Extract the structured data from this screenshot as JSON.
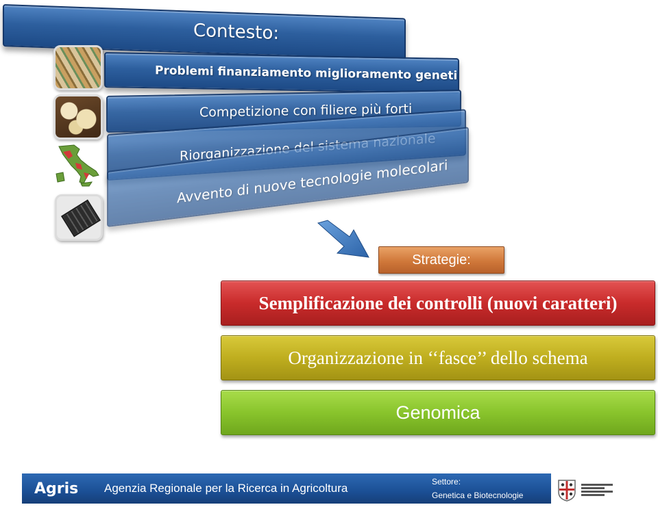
{
  "context": {
    "title": "Contesto:",
    "items": [
      {
        "label": "Problemi finanziamento miglioramento genetico"
      },
      {
        "label": "Competizione con filiere più forti"
      },
      {
        "label": "Riorganizzazione del sistema nazionale"
      },
      {
        "label": "Avvento di nuove tecnologie molecolari"
      }
    ],
    "thumbnails": [
      "money-image",
      "cheese-image",
      "italy-map-image",
      "dna-chip-image"
    ]
  },
  "strategies": {
    "title": "Strategie:",
    "items": [
      {
        "label": "Semplificazione dei controlli (nuovi caratteri)",
        "color": "#c92b2b"
      },
      {
        "label": "Organizzazione in ‘‘fasce’’ dello schema",
        "color": "#bfae1f"
      },
      {
        "label": "Genomica",
        "color": "#89c42c"
      }
    ]
  },
  "footer": {
    "brand": "Agris",
    "agency": "Agenzia Regionale per la Ricerca in Agricoltura",
    "sector_label": "Settore:",
    "sector_value": "Genetica e Biotecnologie",
    "color": "#1b4f95"
  },
  "colors": {
    "context_blue": "#2d5f9e",
    "strategie_orange": "#d0783a",
    "arrow_blue": "#3a78c4"
  },
  "icons": [
    "down-right-arrow-icon",
    "region-seal-logo"
  ]
}
